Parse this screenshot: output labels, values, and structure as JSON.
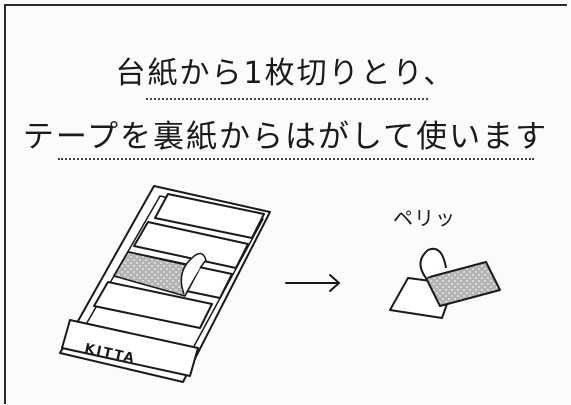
{
  "heading": {
    "line1": "台紙から1枚切りとり、",
    "line2": "テープを裏紙からはがして使います"
  },
  "illustration": {
    "brand_label": "KITTA",
    "peel_sound": "ペリッ",
    "arrow_icon": "right-arrow-icon"
  },
  "colors": {
    "background": "#fbfbfa",
    "ink": "#1a1a1a",
    "dot_pattern": "#9a9a9a"
  }
}
